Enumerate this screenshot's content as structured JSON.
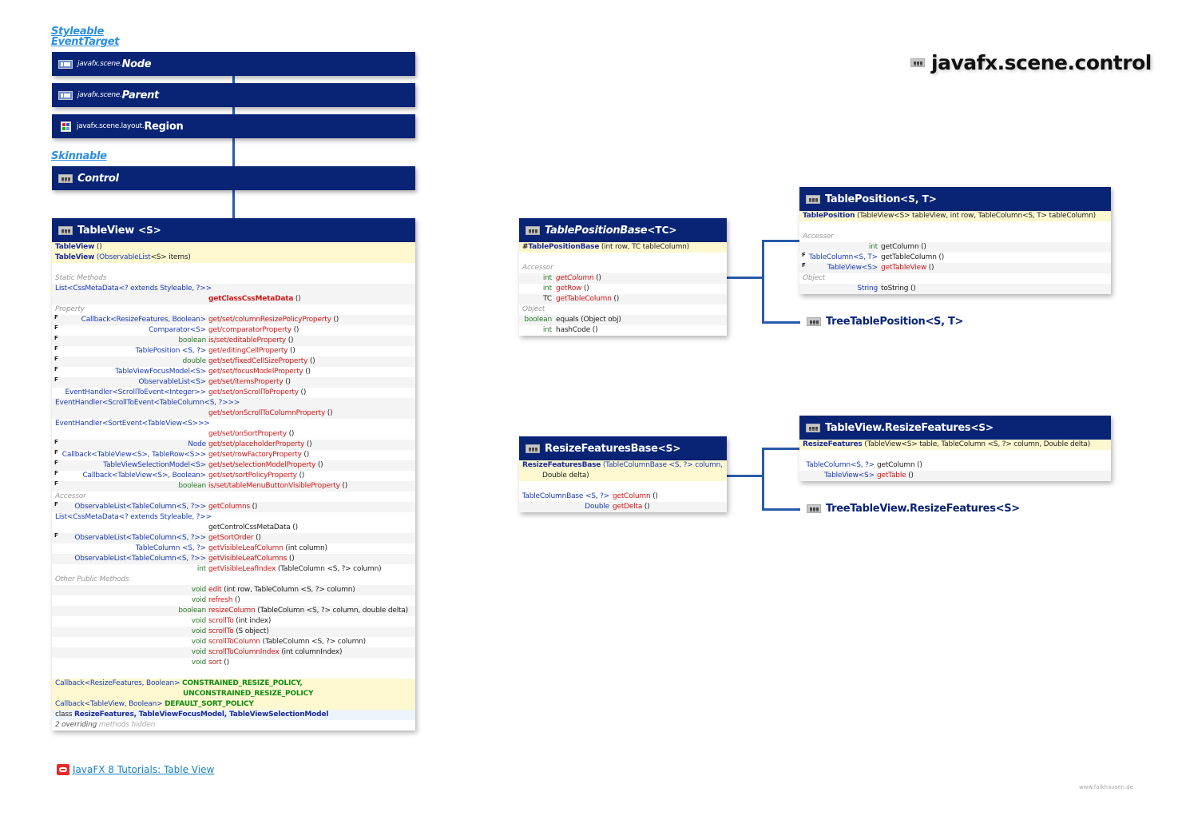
{
  "package_title": "javafx.scene.control",
  "interfaces_top": [
    "Styleable",
    "EventTarget"
  ],
  "interface_skinnable": "Skinnable",
  "hierarchy": [
    {
      "pkg": "javafx.scene.",
      "name": "Node",
      "icon": "abstract-class-icon"
    },
    {
      "pkg": "javafx.scene.",
      "name": "Parent",
      "icon": "abstract-class-icon"
    },
    {
      "pkg": "javafx.scene.layout.",
      "name": "Region",
      "icon": "region-class-icon"
    },
    {
      "pkg": "",
      "name": "Control",
      "icon": "class-icon"
    }
  ],
  "tableview": {
    "name": "TableView",
    "generic": "<S>",
    "ctors": [
      {
        "name": "TableView",
        "args": "()"
      },
      {
        "name": "TableView",
        "args_type": "(ObservableList",
        "args_rest": "<S> items)"
      }
    ],
    "sec_static": "Static Methods",
    "static_type": "List<CssMetaData<? extends Styleable, ?>>",
    "static_method": "getClassCssMetaData",
    "static_args": "()",
    "sec_property": "Property",
    "properties": [
      {
        "f": "F",
        "type": "Callback<ResizeFeatures, Boolean>",
        "method": "get/set/columnResizePolicyProperty",
        "args": "()"
      },
      {
        "f": "F",
        "type": "Comparator<S>",
        "method": "get/comparatorProperty",
        "args": "()"
      },
      {
        "f": "F",
        "type": "boolean",
        "method": "is/set/editableProperty",
        "args": "()"
      },
      {
        "f": "F",
        "type": "TablePosition <S, ?>",
        "method": "get/editingCellProperty",
        "args": "()"
      },
      {
        "f": "F",
        "type": "double",
        "method": "get/set/fixedCellSizeProperty",
        "args": "()"
      },
      {
        "f": "F",
        "type": "TableViewFocusModel<S>",
        "method": "get/set/focusModelProperty",
        "args": "()"
      },
      {
        "f": "F",
        "type": "ObservableList<S>",
        "method": "get/set/itemsProperty",
        "args": "()"
      },
      {
        "f": "",
        "type": "EventHandler<ScrollToEvent<Integer>>",
        "method": "get/set/onScrollToProperty",
        "args": "()"
      }
    ],
    "prop_long1_type": "EventHandler<ScrollToEvent<TableColumn<S, ?>>>",
    "prop_long1_method": "get/set/onScrollToColumnProperty",
    "prop_long2_type": "EventHandler<SortEvent<TableView<S>>>",
    "prop_long2_method": "get/set/onSortProperty",
    "properties2": [
      {
        "f": "F",
        "type": "Node",
        "method": "get/set/placeholderProperty",
        "args": "()"
      },
      {
        "f": "F",
        "type": "Callback<TableView<S>, TableRow<S>>",
        "method": "get/set/rowFactoryProperty",
        "args": "()"
      },
      {
        "f": "F",
        "type": "TableViewSelectionModel<S>",
        "method": "get/set/selectionModelProperty",
        "args": "()"
      },
      {
        "f": "F",
        "type": "Callback<TableView<S>, Boolean>",
        "method": "get/set/sortPolicyProperty",
        "args": "()"
      },
      {
        "f": "F",
        "type": "boolean",
        "method": "is/set/tableMenuButtonVisibleProperty",
        "args": "()"
      }
    ],
    "sec_accessor": "Accessor",
    "acc1": {
      "f": "F",
      "type": "ObservableList<TableColumn<S, ?>>",
      "method": "getColumns",
      "args": "()"
    },
    "acc_long_type": "List<CssMetaData<? extends Styleable, ?>>",
    "acc_long_method": "getControlCssMetaData ()",
    "accessors": [
      {
        "f": "F",
        "type": "ObservableList<TableColumn<S, ?>>",
        "method": "getSortOrder",
        "args": "()"
      },
      {
        "f": "",
        "type": "TableColumn <S, ?>",
        "method": "getVisibleLeafColumn",
        "args": "(int column)"
      },
      {
        "f": "",
        "type": "ObservableList<TableColumn<S, ?>>",
        "method": "getVisibleLeafColumns",
        "args": "()"
      },
      {
        "f": "",
        "type": "int",
        "method": "getVisibleLeafIndex",
        "args": "(TableColumn <S, ?> column)"
      }
    ],
    "sec_other": "Other Public Methods",
    "others": [
      {
        "type": "void",
        "method": "edit",
        "args": "(int row, TableColumn <S, ?> column)"
      },
      {
        "type": "void",
        "method": "refresh",
        "args": "()"
      },
      {
        "type": "boolean",
        "method": "resizeColumn",
        "args": "(TableColumn <S, ?> column, double delta)"
      },
      {
        "type": "void",
        "method": "scrollTo",
        "args": "(int index)"
      },
      {
        "type": "void",
        "method": "scrollTo",
        "args": "(S object)"
      },
      {
        "type": "void",
        "method": "scrollToColumn",
        "args": "(TableColumn <S, ?> column)"
      },
      {
        "type": "void",
        "method": "scrollToColumnIndex",
        "args": "(int columnIndex)"
      },
      {
        "type": "void",
        "method": "sort",
        "args": "()"
      }
    ],
    "const1_type": "Callback<ResizeFeatures, Boolean>",
    "const1_a": "CONSTRAINED_RESIZE_POLICY,",
    "const1_b": "UNCONSTRAINED_RESIZE_POLICY",
    "const2_type": "Callback<TableView, Boolean>",
    "const2": "DEFAULT_SORT_POLICY",
    "nested_kw": "class",
    "nested": "ResizeFeatures, TableViewFocusModel, TableViewSelectionModel",
    "overriding_count": "2 overriding",
    "overriding_rest": "methods hidden"
  },
  "tpb": {
    "name": "TablePositionBase",
    "generic": "<TC>",
    "ctor_mod": "#",
    "ctor": "TablePositionBase",
    "ctor_args": "(int row, TC tableColumn)",
    "sec_accessor": "Accessor",
    "accessors": [
      {
        "type": "int",
        "method": "getColumn",
        "args": "()"
      },
      {
        "type": "int",
        "method": "getRow",
        "args": "()"
      },
      {
        "type": "TC",
        "method": "getTableColumn",
        "args": "()"
      }
    ],
    "sec_object": "Object",
    "objects": [
      {
        "type": "boolean",
        "method": "equals",
        "args": "(Object obj)"
      },
      {
        "type": "int",
        "method": "hashCode",
        "args": "()"
      }
    ]
  },
  "tp": {
    "name": "TablePosition",
    "generic": "<S, T>",
    "ctor": "TablePosition",
    "ctor_args": "(TableView<S> tableView, int row, TableColumn<S, T> tableColumn)",
    "sec_accessor": "Accessor",
    "accessors": [
      {
        "f": "",
        "type": "int",
        "method": "getColumn",
        "args": "()"
      },
      {
        "f": "F",
        "type": "TableColumn<S, T>",
        "method": "getTableColumn",
        "args": "()"
      },
      {
        "f": "F",
        "type": "TableView<S>",
        "method": "getTableView",
        "args": "()"
      }
    ],
    "sec_object": "Object",
    "obj": {
      "type": "String",
      "method": "toString",
      "args": "()"
    }
  },
  "ttp": {
    "name": "TreeTablePosition",
    "generic": "<S, T>"
  },
  "rfb": {
    "name": "ResizeFeaturesBase",
    "generic": "<S>",
    "ctor": "ResizeFeaturesBase",
    "ctor_args1": "(TableColumnBase <S, ?> column,",
    "ctor_args2": "Double delta)",
    "methods": [
      {
        "type": "TableColumnBase <S, ?>",
        "method": "getColumn",
        "args": "()"
      },
      {
        "type": "Double",
        "method": "getDelta",
        "args": "()"
      }
    ]
  },
  "tvrf": {
    "name": "TableView.ResizeFeatures",
    "generic": "<S>",
    "ctor": "ResizeFeatures",
    "ctor_args": "(TableView<S> table, TableColumn <S, ?> column, Double delta)",
    "methods": [
      {
        "type": "TableColumn<S, ?>",
        "method": "getColumn",
        "args": "()"
      },
      {
        "type": "TableView<S>",
        "method": "getTable",
        "args": "()"
      }
    ]
  },
  "ttvrf": {
    "name": "TreeTableView.ResizeFeatures",
    "generic": "<S>"
  },
  "tutorial_link": "JavaFX 8 Tutorials: Table View",
  "credit": "www.falkhausen.de",
  "colors": {
    "header": "#0a2475",
    "line": "#2a5aa8",
    "ctor_bg": "#fdf8d0",
    "method": "#d01818",
    "type": "#1a3bb3",
    "primitive": "#2a7a2a"
  }
}
